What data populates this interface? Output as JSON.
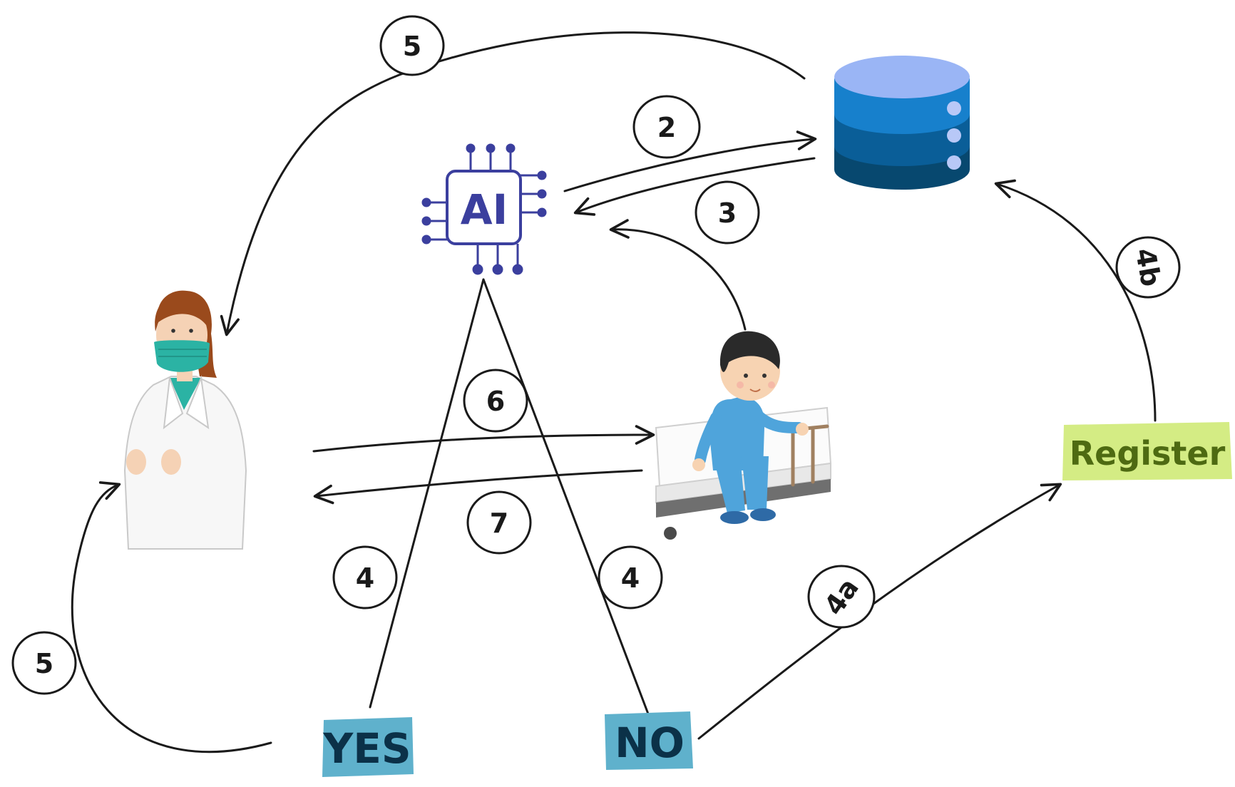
{
  "diagram": {
    "ai_chip": {
      "text": "AI"
    },
    "labels": {
      "yes": "YES",
      "no": "NO",
      "register": "Register"
    },
    "steps": {
      "s2": "2",
      "s3": "3",
      "s4_left": "4",
      "s4_right": "4",
      "s4a": "4a",
      "s4b": "4b",
      "s5_top": "5",
      "s5_left": "5",
      "s6": "6",
      "s7": "7"
    },
    "colors": {
      "line": "#1a1a1a",
      "ai_chip": "#3b3f9e",
      "db_top": "#9ab5f5",
      "db_mid": "#1780cc",
      "db_lower": "#0a5e98",
      "db_bottom": "#07486f",
      "yes_no_box": "#5fb1cc",
      "yes_no_text": "#0b3148",
      "register_box": "#d4ec84",
      "register_text": "#4e6a12",
      "scrub": "#4fa4db",
      "mask": "#2bb3a4",
      "hair": "#9a4a1c"
    }
  }
}
